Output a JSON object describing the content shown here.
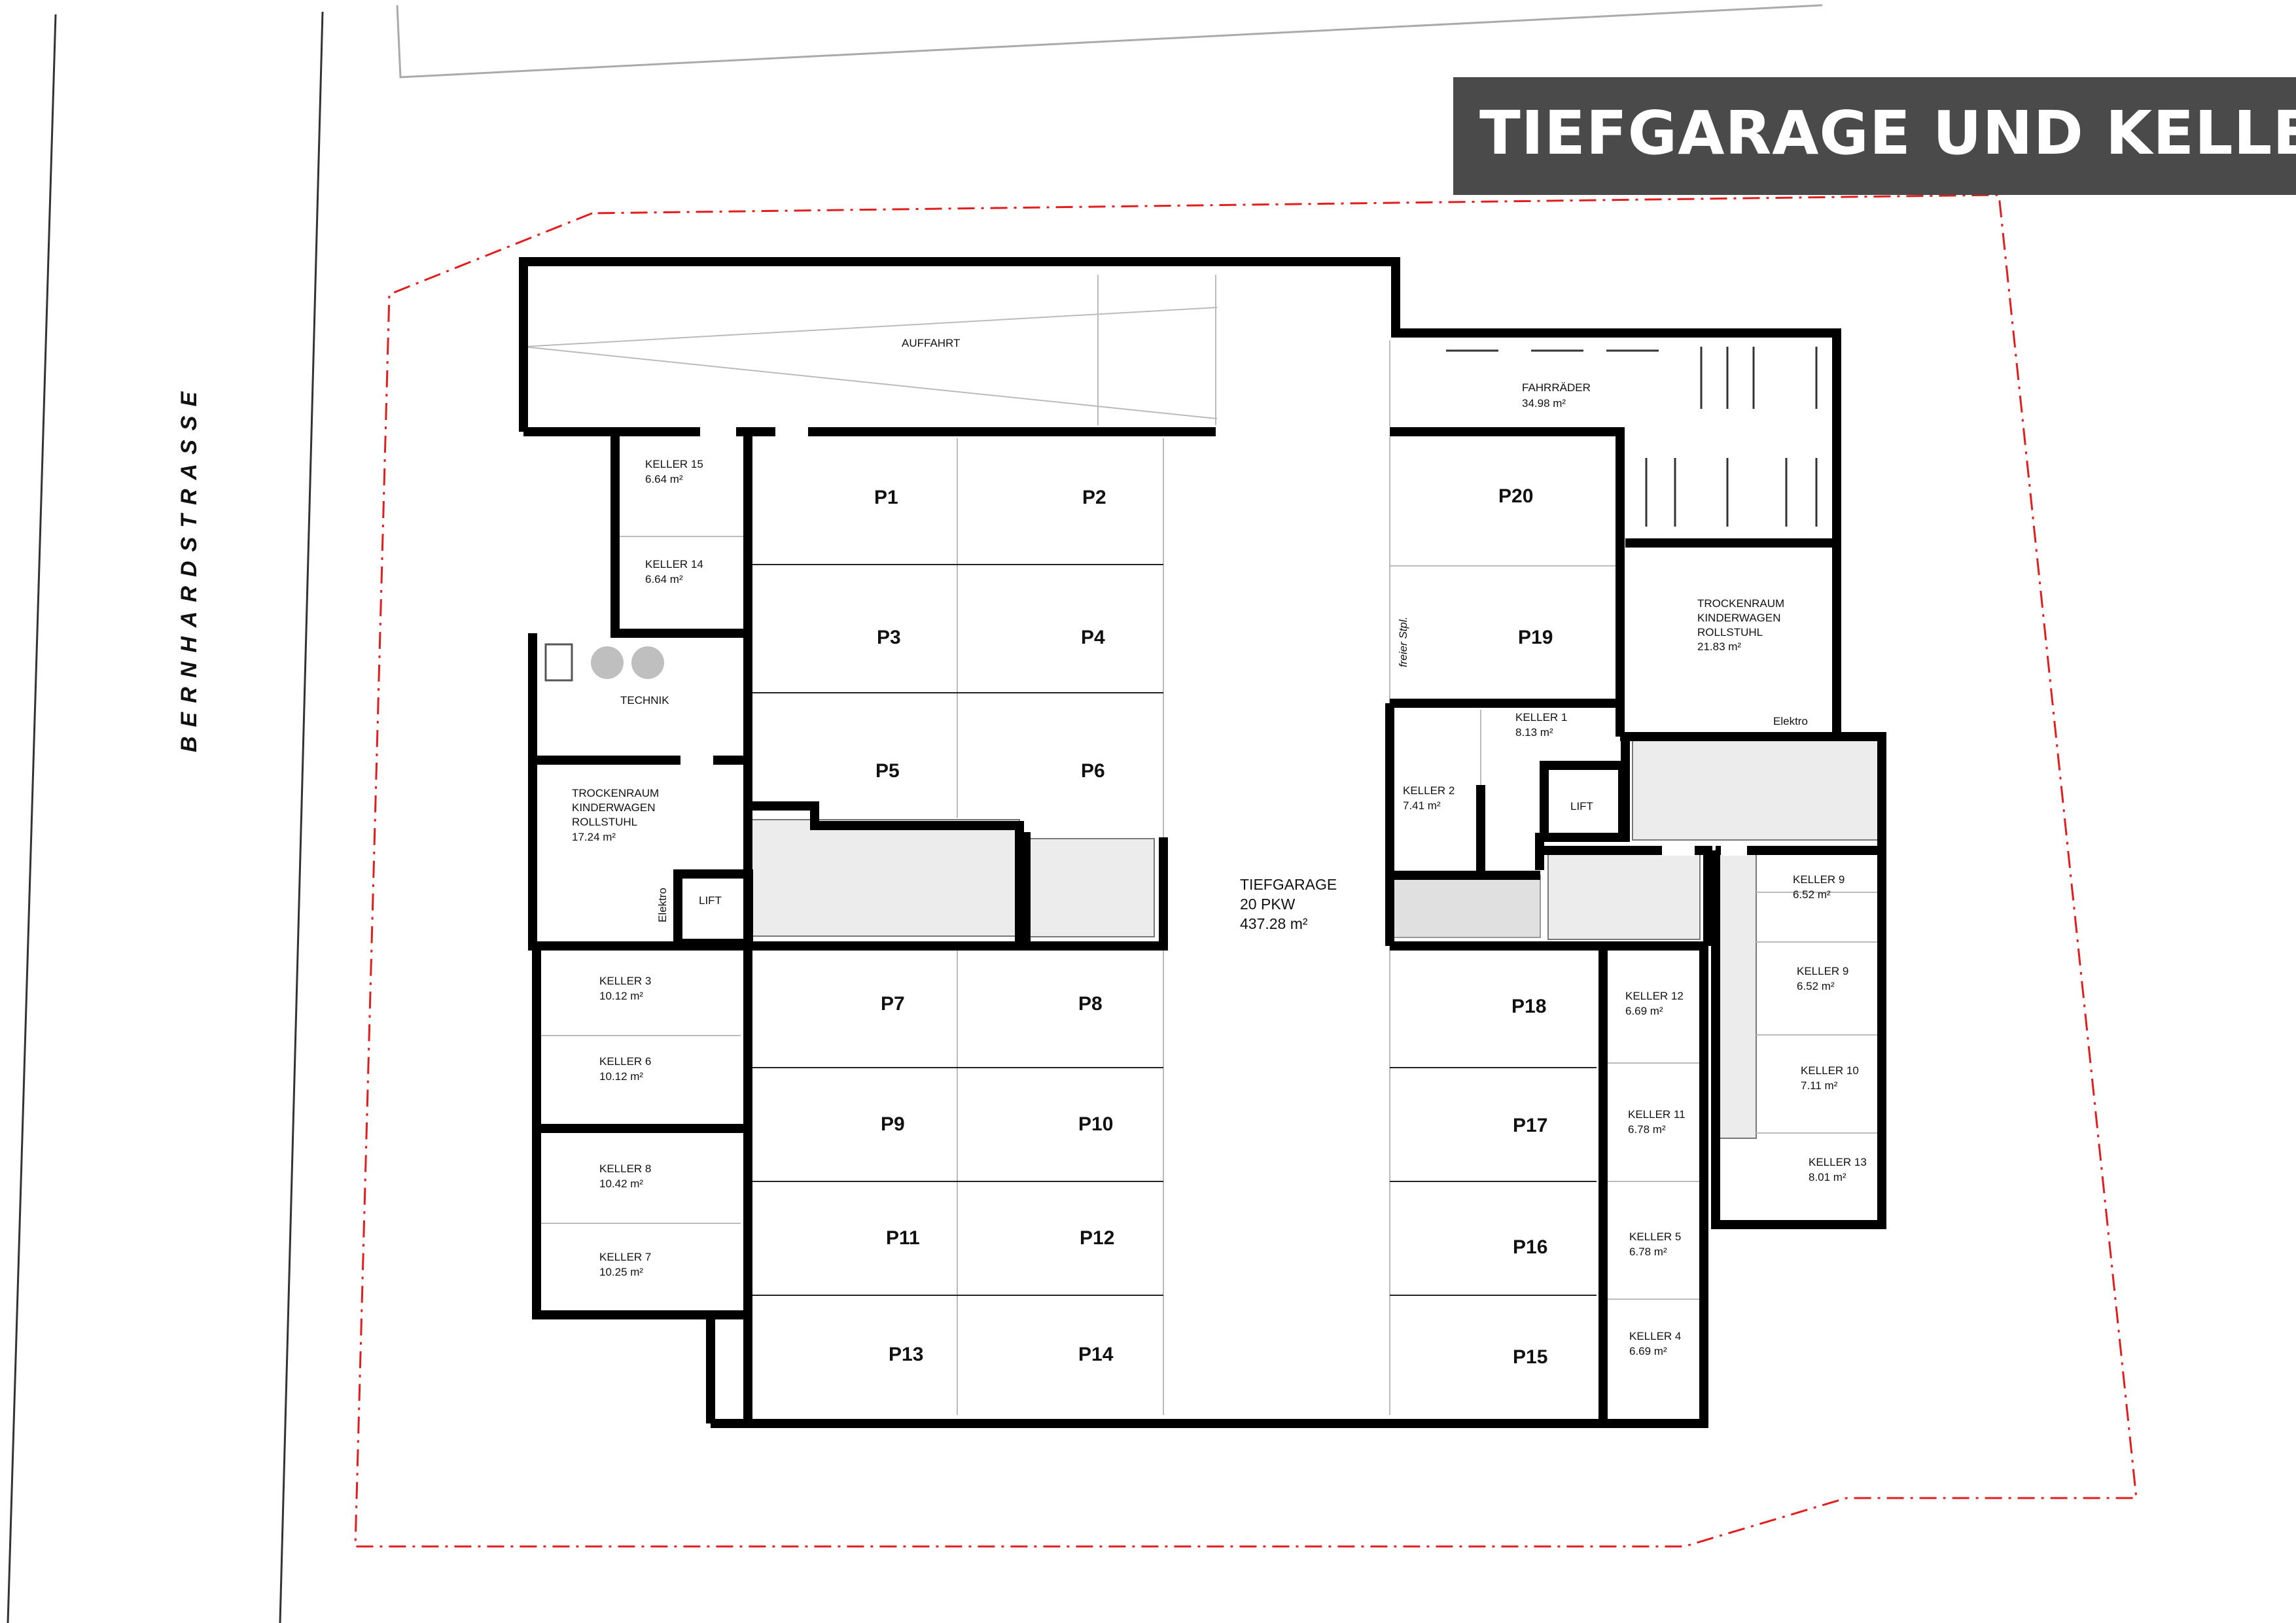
{
  "title": "TIEFGARAGE UND KELLER",
  "street": "BERNHARDSTRASSE",
  "colors": {
    "wall": "#000000",
    "titlebar": "#4a4a4a",
    "property_line": "#e11d1d",
    "stair_fill": "#ececec"
  },
  "labels": {
    "auffahrt": "AUFFAHRT",
    "fahrraeder": "FAHRRÄDER",
    "fahrraeder_area": "34.98 m²",
    "trocken_r_1": "TROCKENRAUM",
    "trocken_r_2": "KINDERWAGEN",
    "trocken_r_3": "ROLLSTUHL",
    "trocken_r_area": "21.83 m²",
    "elektro_r": "Elektro",
    "technik": "TECHNIK",
    "trocken_l_1": "TROCKENRAUM",
    "trocken_l_2": "KINDERWAGEN",
    "trocken_l_3": "ROLLSTUHL",
    "trocken_l_area": "17.24 m²",
    "elektro_l": "Elektro",
    "lift_l": "LIFT",
    "lift_r": "LIFT",
    "freier": "freier Stpl.",
    "garage_1": "TIEFGARAGE",
    "garage_2": "20 PKW",
    "garage_3": "437.28 m²"
  },
  "kellers": [
    {
      "name": "KELLER 15",
      "area": "6.64 m²"
    },
    {
      "name": "KELLER 14",
      "area": "6.64 m²"
    },
    {
      "name": "KELLER 3",
      "area": "10.12 m²"
    },
    {
      "name": "KELLER 6",
      "area": "10.12 m²"
    },
    {
      "name": "KELLER 8",
      "area": "10.42 m²"
    },
    {
      "name": "KELLER 7",
      "area": "10.25 m²"
    },
    {
      "name": "KELLER 1",
      "area": "8.13 m²"
    },
    {
      "name": "KELLER 2",
      "area": "7.41 m²"
    },
    {
      "name": "KELLER 12",
      "area": "6.69 m²"
    },
    {
      "name": "KELLER 11",
      "area": "6.78 m²"
    },
    {
      "name": "KELLER 5",
      "area": "6.78 m²"
    },
    {
      "name": "KELLER 4",
      "area": "6.69 m²"
    },
    {
      "name": "KELLER 9",
      "area": "6.52 m²"
    },
    {
      "name": "KELLER 9",
      "area": "6.52 m²"
    },
    {
      "name": "KELLER 10",
      "area": "7.11 m²"
    },
    {
      "name": "KELLER 13",
      "area": "8.01 m²"
    }
  ],
  "parking": [
    "P1",
    "P2",
    "P3",
    "P4",
    "P5",
    "P6",
    "P7",
    "P8",
    "P9",
    "P10",
    "P11",
    "P12",
    "P13",
    "P14",
    "P15",
    "P16",
    "P17",
    "P18",
    "P19",
    "P20"
  ]
}
